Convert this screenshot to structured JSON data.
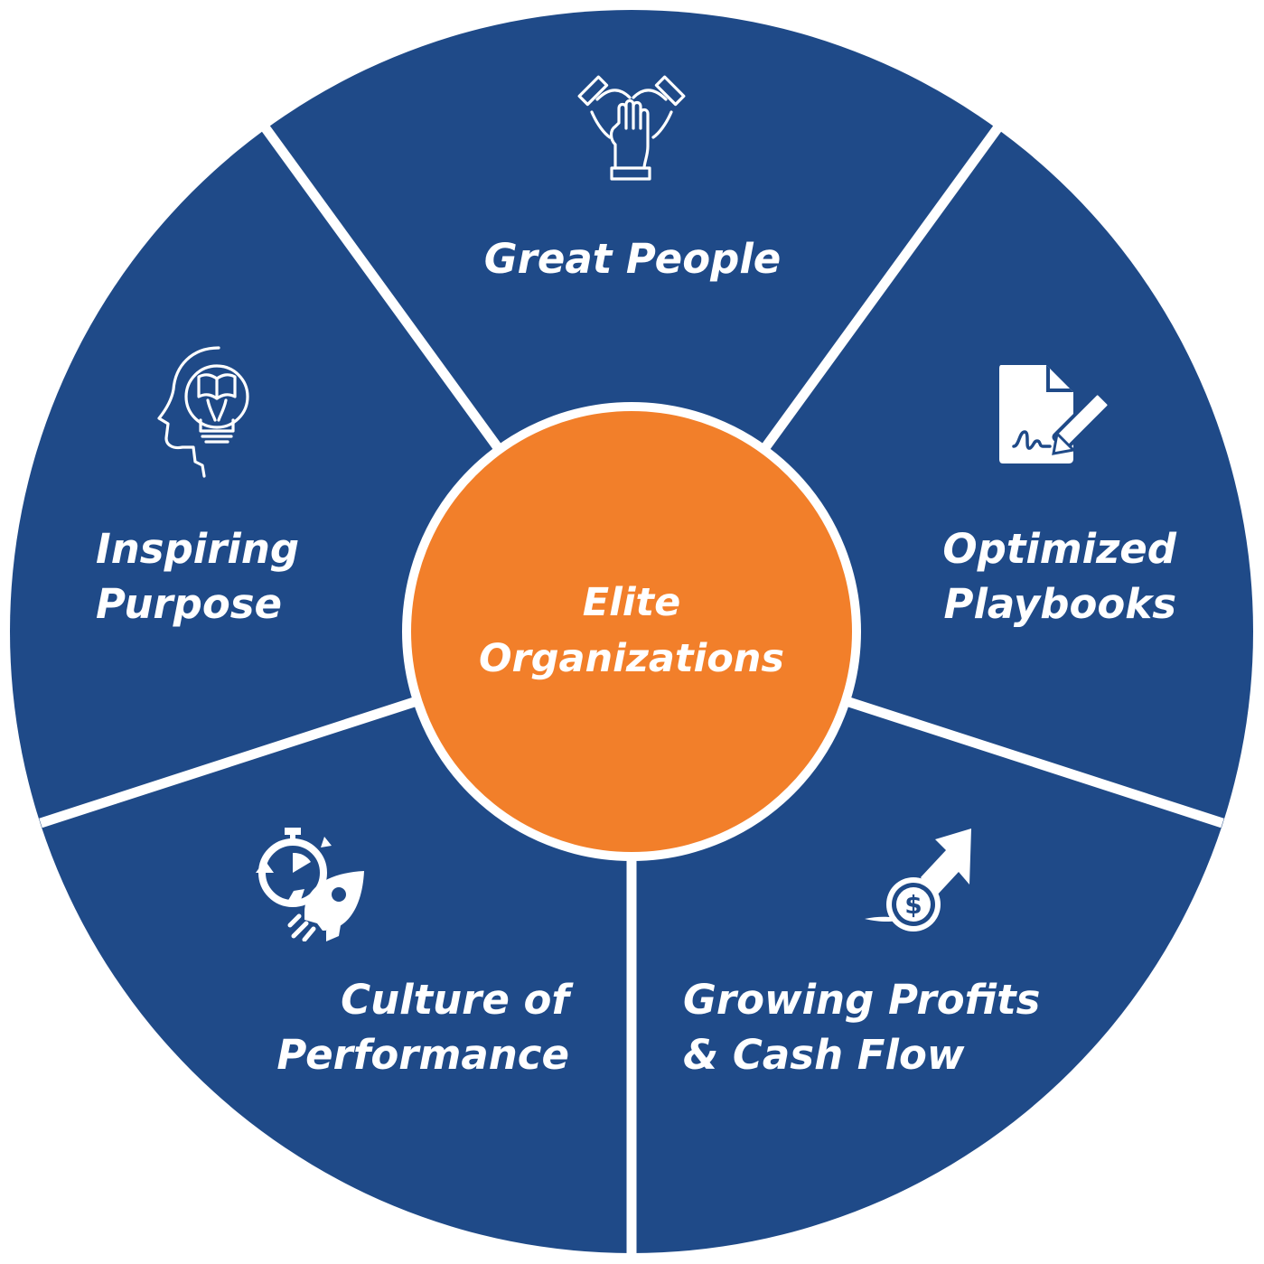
{
  "diagram": {
    "center": {
      "line1": "Elite",
      "line2": "Organizations"
    },
    "segments": [
      {
        "id": "great-people",
        "lines": [
          "Great People"
        ],
        "icon": "teamwork-hands-icon"
      },
      {
        "id": "optimized-playbooks",
        "lines": [
          "Optimized",
          "Playbooks"
        ],
        "icon": "signed-document-icon"
      },
      {
        "id": "growing-profits",
        "lines": [
          "Growing Profits",
          "& Cash Flow"
        ],
        "icon": "rising-coin-icon"
      },
      {
        "id": "culture-of-performance",
        "lines": [
          "Culture of",
          "Performance"
        ],
        "icon": "stopwatch-rocket-icon"
      },
      {
        "id": "inspiring-purpose",
        "lines": [
          "Inspiring",
          "Purpose"
        ],
        "icon": "head-lightbulb-book-icon"
      }
    ],
    "colors": {
      "segment_fill": "#1f4a88",
      "center_fill": "#f27f2a",
      "divider": "#ffffff",
      "text": "#ffffff"
    }
  }
}
